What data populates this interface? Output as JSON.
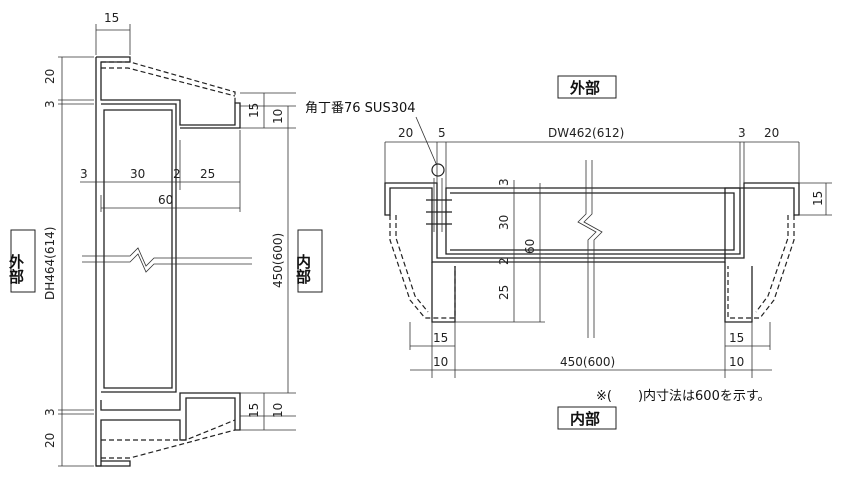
{
  "left_view": {
    "outer_label": "外部",
    "inner_label": "内部",
    "dim_top_width": "15",
    "dim_top_20": "20",
    "dim_top_3": "3",
    "dim_flange_15": "15",
    "dim_flange_10": "10",
    "dim_3": "3",
    "dim_30": "30",
    "dim_2": "2",
    "dim_25": "25",
    "dim_60": "60",
    "dim_height": "DH464(614)",
    "dim_opening": "450(600)",
    "dim_bottom_3": "3",
    "dim_bottom_20": "20",
    "dim_bottom_15": "15",
    "dim_bottom_10": "10"
  },
  "right_view": {
    "outer_label": "外部",
    "inner_label": "内部",
    "hinge_label": "角丁番76 SUS304",
    "dim_20_left": "20",
    "dim_5": "5",
    "dim_width": "DW462(612)",
    "dim_3": "3",
    "dim_20_right": "20",
    "dim_15_right": "15",
    "dim_v3": "3",
    "dim_v30": "30",
    "dim_v60": "60",
    "dim_v2": "2",
    "dim_v25": "25",
    "dim_15_bl": "15",
    "dim_15_br": "15",
    "dim_10_bl": "10",
    "dim_opening": "450(600)",
    "dim_10_br": "10"
  },
  "note": "※(　　)内寸法は600を示す。"
}
